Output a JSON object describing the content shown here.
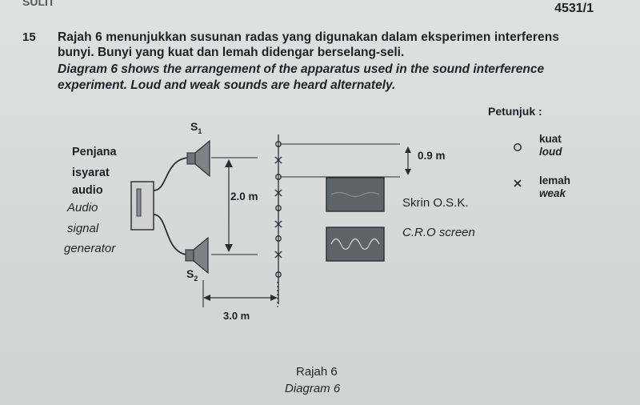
{
  "header": {
    "left_text": "SULIT",
    "paper_code": "4531/1"
  },
  "question": {
    "number": "15",
    "malay_line1": "Rajah 6 menunjukkan susunan radas yang digunakan dalam eksperimen interferens",
    "malay_line2": "bunyi. Bunyi yang kuat dan lemah didengar berselang-seli.",
    "english_line1": "Diagram 6 shows the arrangement of the apparatus used in the sound interference",
    "english_line2": "experiment. Loud and weak sounds are heard alternately."
  },
  "legend": {
    "title": "Petunjuk :",
    "loud_symbol": "o",
    "loud_malay": "kuat",
    "loud_english": "loud",
    "weak_symbol": "x",
    "weak_malay": "lemah",
    "weak_english": "weak"
  },
  "diagram": {
    "generator_malay": [
      "Penjana",
      "isyarat",
      "audio"
    ],
    "generator_english": [
      "Audio",
      "signal",
      "generator"
    ],
    "speaker1": "S",
    "speaker1_sub": "1",
    "speaker2": "S",
    "speaker2_sub": "2",
    "speaker_separation": "2.0 m",
    "fringe_separation": "0.9 m",
    "screen_distance": "3.0 m",
    "screen_malay": "Skrin O.S.K.",
    "screen_english": "C.R.O screen"
  },
  "caption": {
    "malay": "Rajah 6",
    "english": "Diagram 6"
  }
}
